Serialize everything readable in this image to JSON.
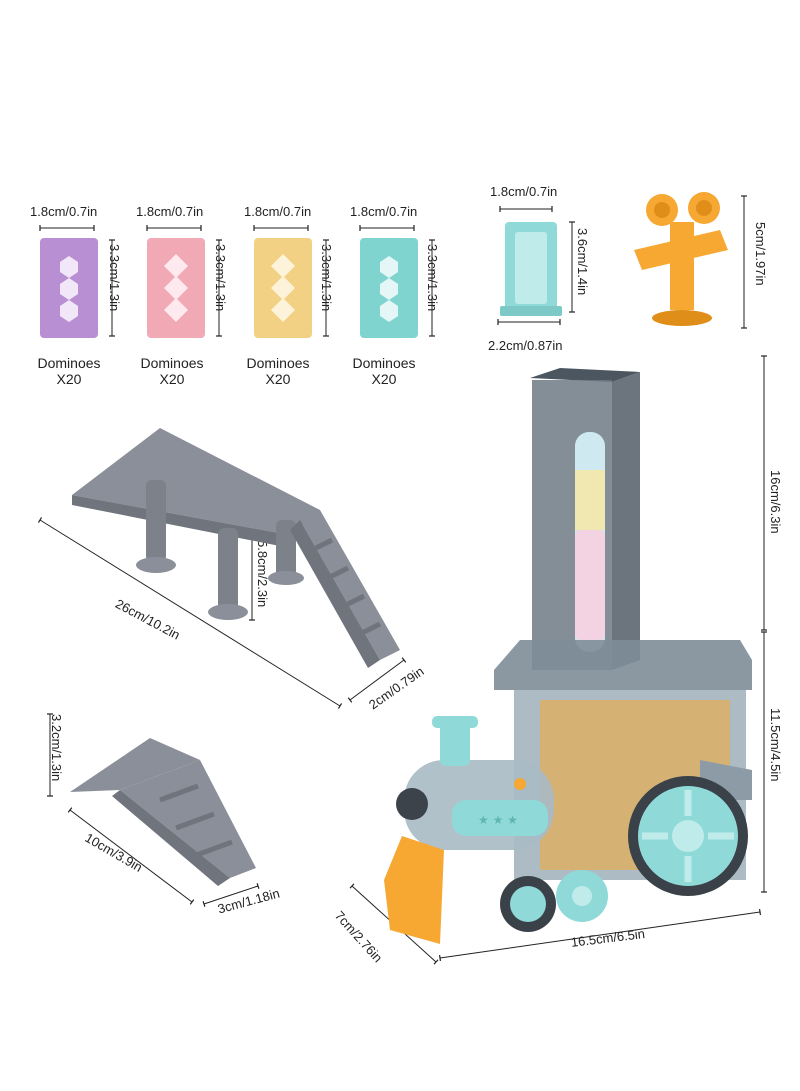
{
  "dominoes": [
    {
      "width": "1.8cm/0.7in",
      "height": "3.3cm/1.3in",
      "name": "Dominoes",
      "qty": "X20",
      "color": "#b98fd3",
      "hole": "#f2e7f8"
    },
    {
      "width": "1.8cm/0.7in",
      "height": "3.3cm/1.3in",
      "name": "Dominoes",
      "qty": "X20",
      "color": "#f1a9b6",
      "hole": "#fde9ee"
    },
    {
      "width": "1.8cm/0.7in",
      "height": "3.3cm/1.3in",
      "name": "Dominoes",
      "qty": "X20",
      "color": "#f3d184",
      "hole": "#fdf3da"
    },
    {
      "width": "1.8cm/0.7in",
      "height": "3.3cm/1.3in",
      "name": "Dominoes",
      "qty": "X20",
      "color": "#7fd4d0",
      "hole": "#e4f7f6"
    }
  ],
  "holder": {
    "width_top": "1.8cm/0.7in",
    "height": "3.6cm/1.4in",
    "width_bottom": "2.2cm/0.87in",
    "color": "#8fdad8"
  },
  "key": {
    "height": "5cm/1.97in",
    "color": "#f6a833"
  },
  "bridge_large": {
    "length": "26cm/10.2in",
    "height": "5.8cm/2.3in",
    "width": "2cm/0.79in",
    "color": "#8a8f99"
  },
  "bridge_small": {
    "height": "3.2cm/1.3in",
    "length": "10cm/3.9in",
    "width": "3cm/1.18in",
    "color": "#8a8f99"
  },
  "train": {
    "tower_height": "16cm/6.3in",
    "body_height": "11.5cm/4.5in",
    "length": "16.5cm/6.5in",
    "width": "7cm/2.76in",
    "accent": "#8fdad8",
    "shell": "#8fa0aa",
    "orange": "#f6a833"
  }
}
